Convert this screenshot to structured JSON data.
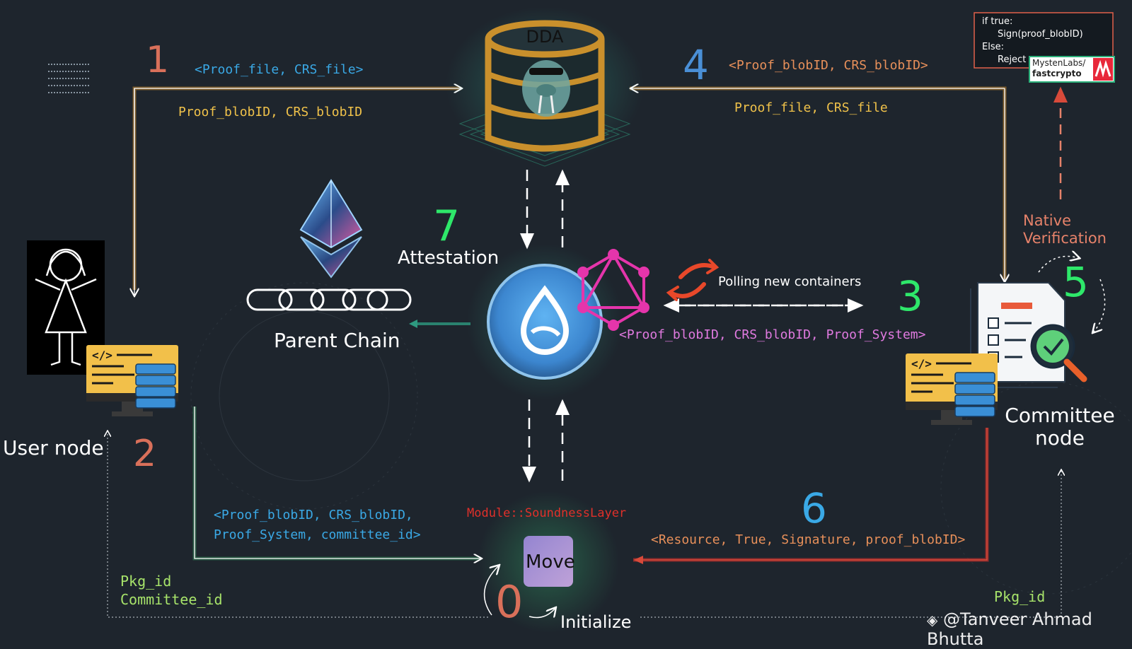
{
  "colors": {
    "background": "#1e252d",
    "orange_flow": "#c8862a",
    "green_flow": "#2f7d52",
    "red_flow": "#b3302e",
    "blue_text": "#3aa9e6",
    "yellow_text": "#f0c24a",
    "magenta_text": "#e07ae0",
    "green_num": "#2ee86a",
    "sui_blue": "#4da2e8",
    "red_module": "#e0302a",
    "green_text": "#a7e36a"
  },
  "steps": {
    "s0": "0",
    "s1": "1",
    "s2": "2",
    "s3": "3",
    "s4": "4",
    "s5": "5",
    "s6": "6",
    "s7": "7"
  },
  "labels": {
    "dda": "DDA",
    "user_node": "User node",
    "committee_node_line1": "Committee",
    "committee_node_line2": "node",
    "parent_chain": "Parent Chain",
    "attestation": "Attestation",
    "polling": "Polling new containers",
    "native_verification_line1": "Native",
    "native_verification_line2": "Verification",
    "move": "Move",
    "initialize": "Initialize",
    "module": "Module::SoundnessLayer",
    "watermark": "@Tanveer Ahmad Bhutta"
  },
  "flows": {
    "step1_send": "<Proof_file, CRS_file>",
    "step1_return": "Proof_blobID, CRS_blobID",
    "step4_request": "<Proof_blobID, CRS_blobID>",
    "step4_return": "Proof_file, CRS_file",
    "step3_data": "<Proof_blobID, CRS_blobID, Proof_System>",
    "step2_line1": "<Proof_blobID, CRS_blobID,",
    "step2_line2": "Proof_System, committee_id>",
    "step6_data": "<Resource, True, Signature, proof_blobID>",
    "pkg_left_line1": "Pkg_id",
    "pkg_left_line2": "Committee_id",
    "pkg_right": "Pkg_id"
  },
  "code_box": {
    "line1": "if true:",
    "line2": "Sign(proof_blobID)",
    "line3": "Else:",
    "line4": "Reject",
    "badge_line1": "MystenLabs/",
    "badge_line2": "fastcrypto"
  }
}
